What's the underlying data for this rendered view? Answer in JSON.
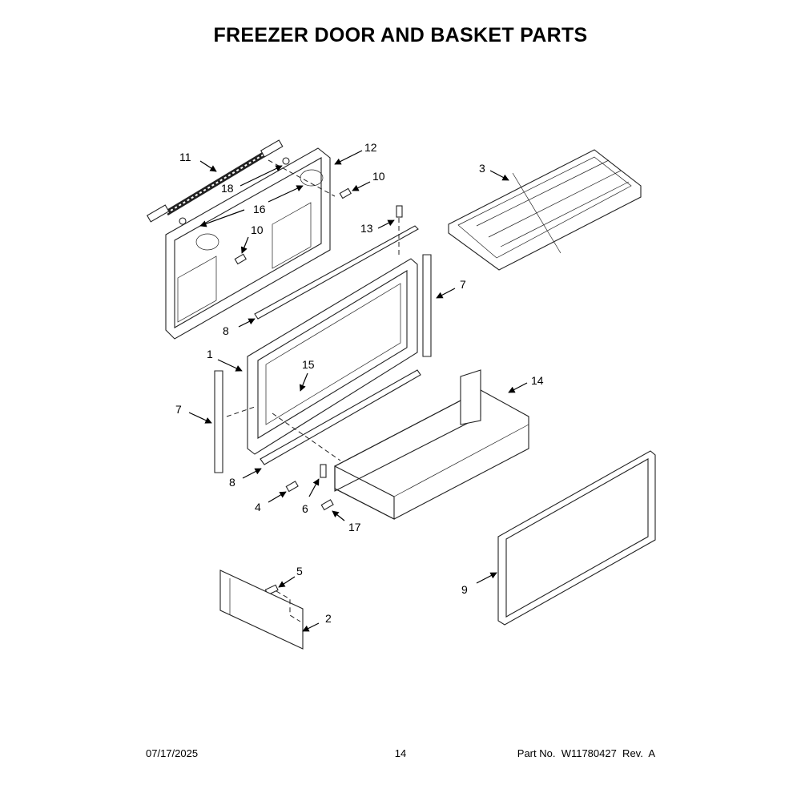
{
  "page": {
    "title": "FREEZER DOOR AND BASKET PARTS",
    "footer": {
      "date": "07/17/2025",
      "page_number": "14",
      "part_number": "Part No.  W11780427  Rev.  A"
    }
  },
  "diagram": {
    "callouts": [
      "11",
      "12",
      "18",
      "10",
      "16",
      "13",
      "10",
      "3",
      "7",
      "8",
      "1",
      "15",
      "14",
      "7",
      "8",
      "4",
      "6",
      "17",
      "5",
      "9",
      "2"
    ]
  }
}
